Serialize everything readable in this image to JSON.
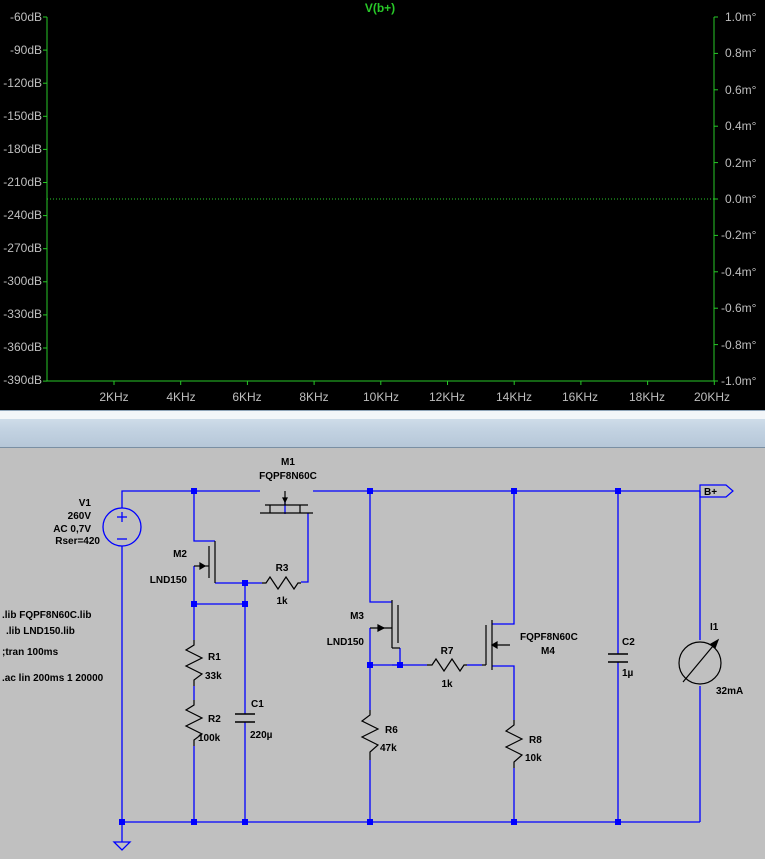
{
  "plot": {
    "trace_title": "V(b+)",
    "left_ticks": [
      "-60dB",
      "-90dB",
      "-120dB",
      "-150dB",
      "-180dB",
      "-210dB",
      "-240dB",
      "-270dB",
      "-300dB",
      "-330dB",
      "-360dB",
      "-390dB"
    ],
    "right_ticks": [
      "1.0m°",
      "0.8m°",
      "0.6m°",
      "0.4m°",
      "0.2m°",
      "0.0m°",
      "-0.2m°",
      "-0.4m°",
      "-0.6m°",
      "-0.8m°",
      "-1.0m°"
    ],
    "x_ticks": [
      "2KHz",
      "4KHz",
      "6KHz",
      "8KHz",
      "10KHz",
      "12KHz",
      "14KHz",
      "16KHz",
      "18KHz",
      "20KHz"
    ],
    "colors": {
      "axis_text": "#bfbfbf",
      "trace": "#28c828",
      "background": "#000000"
    }
  },
  "schematic": {
    "V1": {
      "name": "V1",
      "voltage": "260V",
      "ac": "AC 0,7V",
      "rser": "Rser=420"
    },
    "M1": {
      "name": "M1",
      "model": "FQPF8N60C"
    },
    "M2": {
      "name": "M2",
      "model": "LND150"
    },
    "M3": {
      "name": "M3",
      "model": "LND150"
    },
    "M4": {
      "name": "M4",
      "model": "FQPF8N60C"
    },
    "R1": {
      "name": "R1",
      "value": "33k"
    },
    "R2": {
      "name": "R2",
      "value": "100k"
    },
    "R3": {
      "name": "R3",
      "value": "1k"
    },
    "R6": {
      "name": "R6",
      "value": "47k"
    },
    "R7": {
      "name": "R7",
      "value": "1k"
    },
    "R8": {
      "name": "R8",
      "value": "10k"
    },
    "C1": {
      "name": "C1",
      "value": "220µ"
    },
    "C2": {
      "name": "C2",
      "value": "1µ"
    },
    "I1": {
      "name": "I1",
      "value": "32mA"
    },
    "net_label": "B+",
    "directives": [
      ".lib FQPF8N60C.lib",
      ".lib LND150.lib",
      ";tran 100ms",
      ".ac lin 200ms 1 20000"
    ],
    "colors": {
      "wire": "#0000ff",
      "junction": "#0000ff",
      "text": "#000000",
      "background": "#c0c0c0"
    }
  }
}
